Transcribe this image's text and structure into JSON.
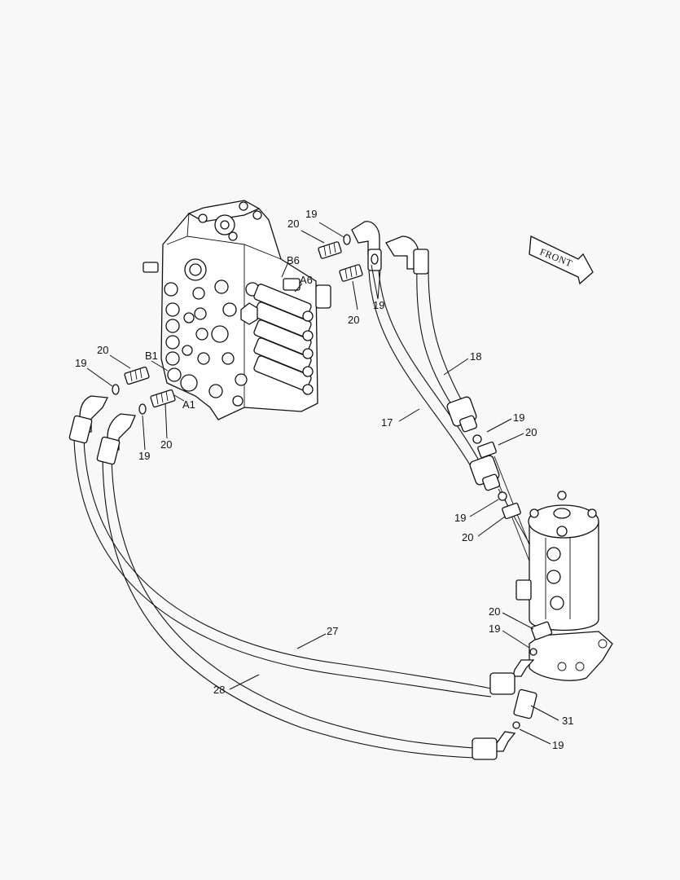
{
  "front_label": "FRONT",
  "port_labels": {
    "b6": "B6",
    "a6": "A6",
    "b1": "B1",
    "a1": "A1"
  },
  "callouts": [
    {
      "id": "c19a",
      "text": "19"
    },
    {
      "id": "c20a",
      "text": "20"
    },
    {
      "id": "c19b",
      "text": "19"
    },
    {
      "id": "c20b",
      "text": "20"
    },
    {
      "id": "c20c",
      "text": "20"
    },
    {
      "id": "c19c",
      "text": "19"
    },
    {
      "id": "c19d",
      "text": "19"
    },
    {
      "id": "c20d",
      "text": "20"
    },
    {
      "id": "c18",
      "text": "18"
    },
    {
      "id": "c17",
      "text": "17"
    },
    {
      "id": "c19e",
      "text": "19"
    },
    {
      "id": "c20e",
      "text": "20"
    },
    {
      "id": "c19f",
      "text": "19"
    },
    {
      "id": "c20f",
      "text": "20"
    },
    {
      "id": "c20g",
      "text": "20"
    },
    {
      "id": "c19g",
      "text": "19"
    },
    {
      "id": "c27",
      "text": "27"
    },
    {
      "id": "c28",
      "text": "28"
    },
    {
      "id": "c31",
      "text": "31"
    },
    {
      "id": "c19h",
      "text": "19"
    }
  ]
}
